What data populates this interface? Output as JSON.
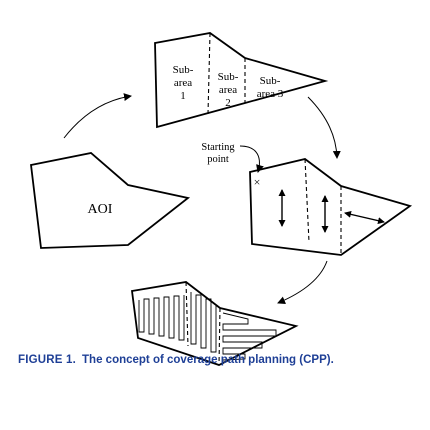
{
  "diagram": {
    "aoi": {
      "label": "AOI"
    },
    "subareas": {
      "sub1": {
        "line1": "Sub-",
        "line2": "area",
        "line3": "1"
      },
      "sub2": {
        "line1": "Sub-",
        "line2": "area",
        "line3": "2"
      },
      "sub3": {
        "line1": "Sub-",
        "line2": "area 3"
      }
    },
    "starting_point": {
      "line1": "Starting",
      "line2": "point",
      "marker": "×"
    },
    "colors": {
      "stroke": "#000000",
      "caption": "#1e3f96"
    }
  },
  "caption": {
    "label": "FIGURE 1.",
    "text": "The concept of coverage path planning (CPP)."
  }
}
